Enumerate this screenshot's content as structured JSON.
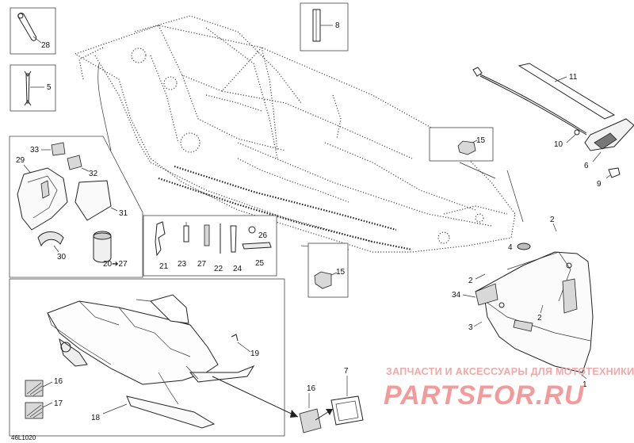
{
  "callouts": {
    "c28": "28",
    "c5": "5",
    "c8": "8",
    "c11": "11",
    "c15a": "15",
    "c10": "10",
    "c6": "6",
    "c9": "9",
    "c33": "33",
    "c29": "29",
    "c32": "32",
    "c31": "31",
    "c30": "30",
    "c20_27": "20➔27",
    "c21": "21",
    "c23": "23",
    "c27": "27",
    "c22": "22",
    "c24": "24",
    "c26": "26",
    "c25": "25",
    "c15b": "15",
    "c2a": "2",
    "c4": "4",
    "c2b": "2",
    "c34": "34",
    "c2c": "2",
    "c3": "3",
    "c1": "1",
    "c19": "19",
    "c16a": "16",
    "c17": "17",
    "c18": "18",
    "c16b": "16",
    "c7": "7"
  },
  "reference_code": "46L1020",
  "watermark": {
    "tagline": "ЗАПЧАСТИ И АКСЕССУАРЫ ДЛЯ МОТОТЕХНИКИ",
    "logo": "PARTSFOR.RU"
  },
  "colors": {
    "line": "#222222",
    "watermark": "#f49a9a",
    "background": "#ffffff"
  }
}
